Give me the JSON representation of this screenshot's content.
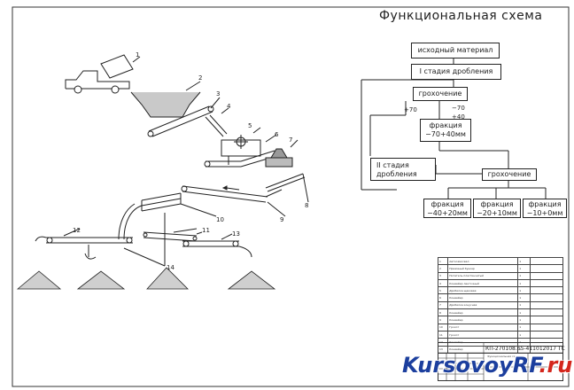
{
  "title": "Функциональная схема",
  "flow": {
    "source": "исходный материал",
    "stage1": "I стадия дробления",
    "screen1": "грохочение",
    "plus70": "+70",
    "minus70_l1": "−70",
    "minus70_l2": "+40",
    "fraction1_l1": "фракция",
    "fraction1_l2": "−70+40мм",
    "stage2_l1": "II стадия",
    "stage2_l2": "дробления",
    "screen2": "грохочение",
    "fractions": [
      {
        "l1": "фракция",
        "l2": "−40+20мм"
      },
      {
        "l1": "фракция",
        "l2": "−20+10мм"
      },
      {
        "l1": "фракция",
        "l2": "−10+0мм"
      }
    ]
  },
  "callouts": [
    "1",
    "2",
    "3",
    "4",
    "5",
    "6",
    "7",
    "8",
    "9",
    "10",
    "11",
    "12",
    "13",
    "14"
  ],
  "spec_rows": [
    {
      "n": "1",
      "name": "Автосамосвал",
      "q": "1"
    },
    {
      "n": "2",
      "name": "Приемный бункер",
      "q": "1"
    },
    {
      "n": "3",
      "name": "Питатель пластинчатый",
      "q": "1"
    },
    {
      "n": "4",
      "name": "Конвейер ленточный",
      "q": "1"
    },
    {
      "n": "5",
      "name": "Дробилка щековая",
      "q": "1"
    },
    {
      "n": "6",
      "name": "Конвейер",
      "q": "1"
    },
    {
      "n": "7",
      "name": "Дробилка конусная",
      "q": "1"
    },
    {
      "n": "8",
      "name": "Конвейер",
      "q": "1"
    },
    {
      "n": "9",
      "name": "Конвейер",
      "q": "1"
    },
    {
      "n": "10",
      "name": "Грохот",
      "q": "1"
    },
    {
      "n": "11",
      "name": "Грохот",
      "q": "1"
    },
    {
      "n": "12",
      "name": "Конвейер",
      "q": "1"
    },
    {
      "n": "13",
      "name": "Конвейер",
      "q": "1"
    }
  ],
  "stamp": {
    "code": "КП-270108.65-411012017 ТС",
    "line1": "Функциональная схема"
  },
  "watermark": {
    "main": "KursovoyRF",
    "tail": ".ru"
  }
}
